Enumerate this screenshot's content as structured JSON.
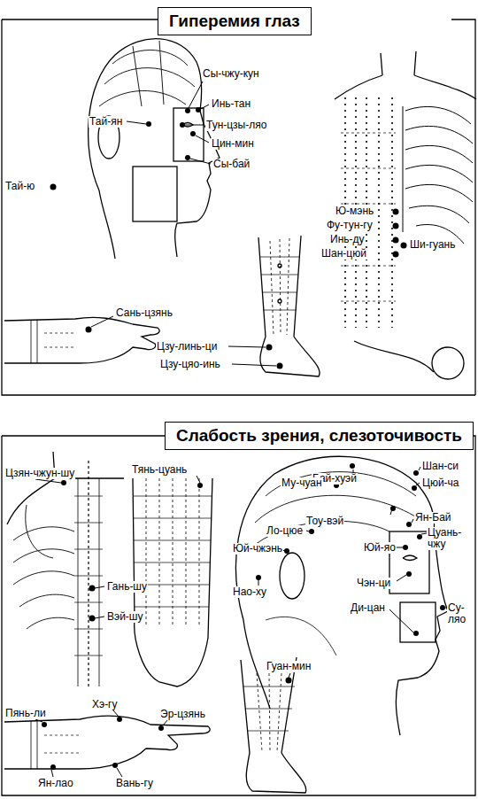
{
  "diagram": {
    "nodes": [
      {
        "text": [
          "Гиперемия глаз"
        ]
      },
      {
        "text": [
          "Слабость зрения, слезоточивость"
        ]
      }
    ],
    "labels": [
      "Сы-чжу-кун",
      "Тай-ян",
      "Инь-тан",
      "Тун-цзы-ляо",
      "Цин-мин",
      "Сы-бай",
      "Тай-ю",
      "Ю-мэнь",
      "Фу-тун-гу",
      "Инь-ду",
      "Шан-цюй",
      "Ши-гуань",
      "Сань-цзянь",
      "Цзу-линь-ци",
      "Цзу-цяо-инь",
      "Цзян-чжун-шу",
      "Тянь-цуань",
      "Бай-хуэй",
      "Шан-си",
      "Му-чуан",
      "Цюй-ча",
      "Тоу-вэй",
      "Ян-Бай",
      "Ло-цюе",
      "Юй-яо",
      "Цуань-чжу",
      "Юй-чжэнь",
      "Нао-ху",
      "Чэн-ци",
      "Ди-цан",
      "Су-ляо",
      "Гань-шу",
      "Вэй-шу",
      "Гуан-мин",
      "Пянь-ли",
      "Хэ-гу",
      "Эр-цзянь",
      "Ян-лао",
      "Вань-гу"
    ]
  }
}
